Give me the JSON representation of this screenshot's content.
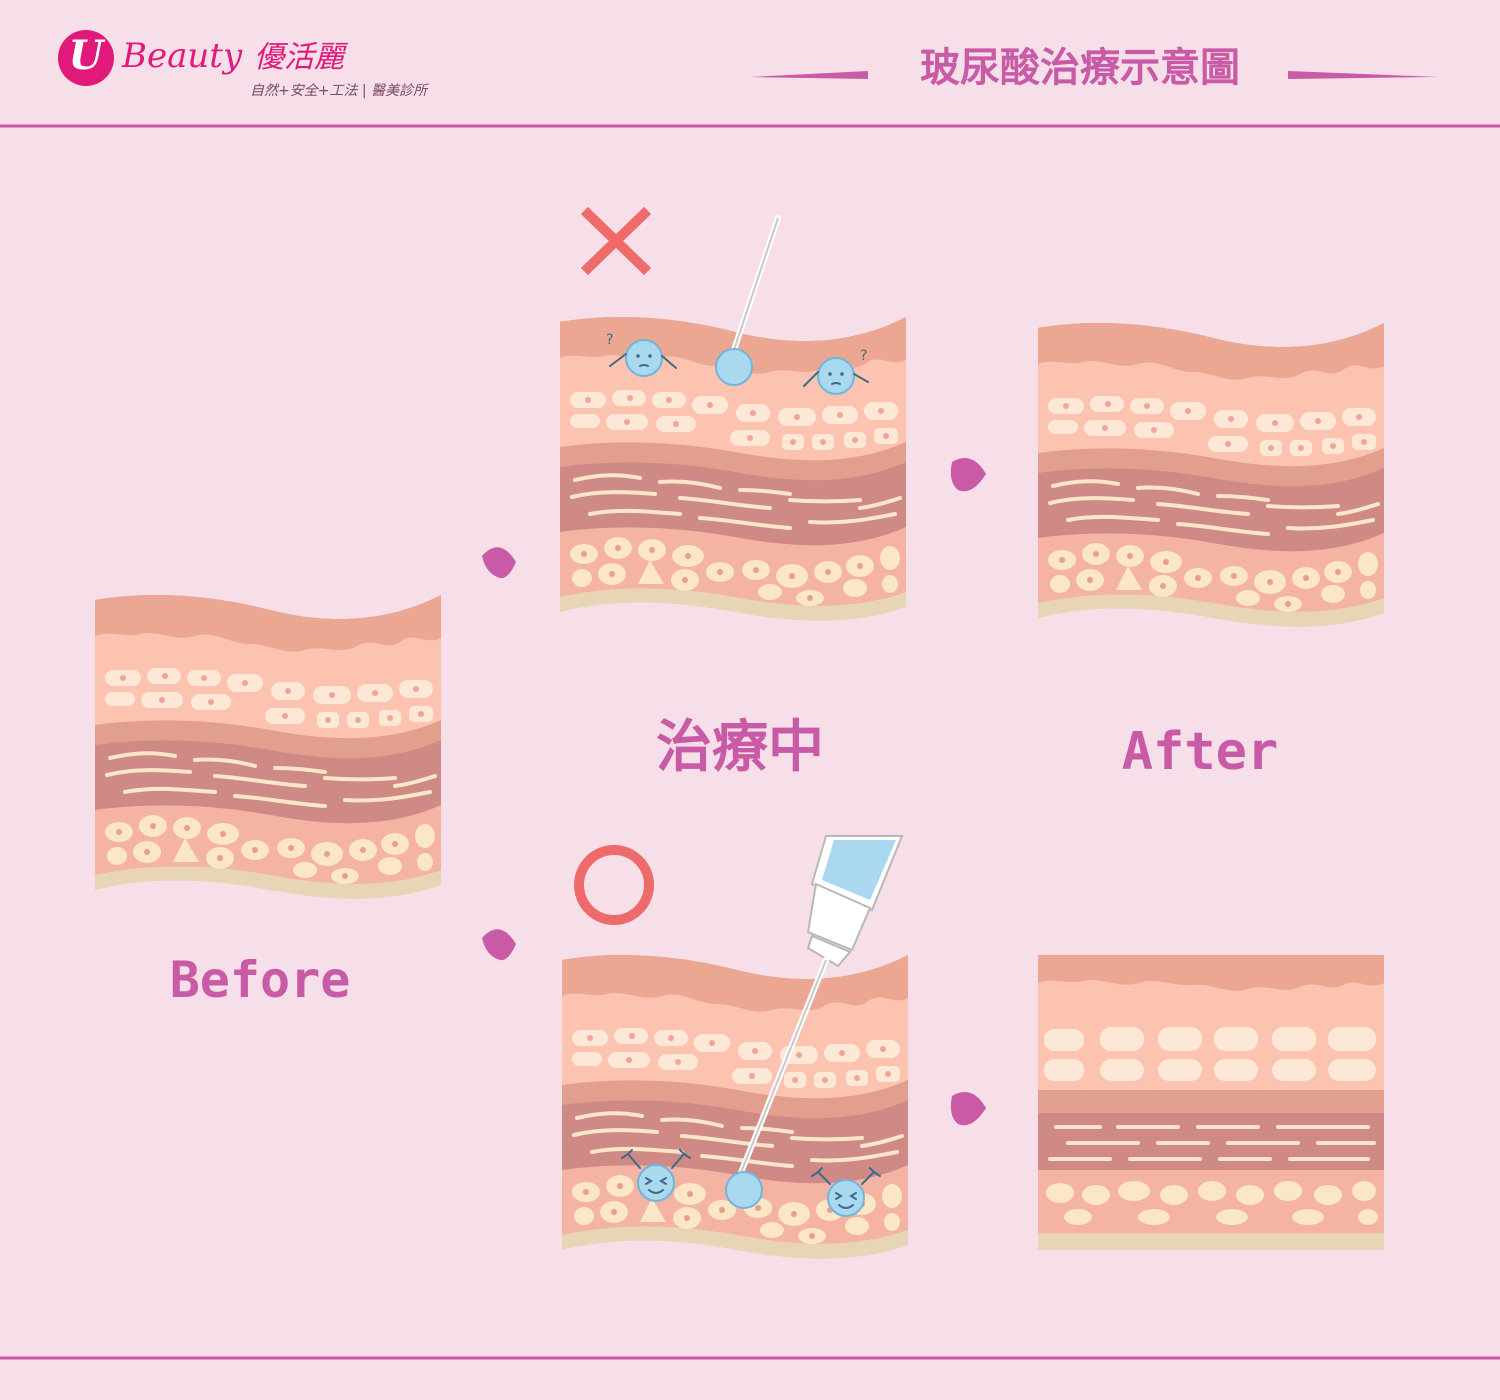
{
  "header": {
    "logo_mark": "U",
    "logo_brand": "Beauty",
    "logo_cn": "優活麗",
    "logo_tagline": "自然+安全+工法 | 醫美診所",
    "title": "玻尿酸治療示意圖"
  },
  "labels": {
    "before": "Before",
    "during": "治療中",
    "after": "After"
  },
  "symbols": {
    "wrong_icon": "cross-mark-icon",
    "right_icon": "circle-mark-icon"
  },
  "colors": {
    "background": "#f6dfe9",
    "accent": "#c95aa6",
    "logo": "#e0197a",
    "mark": "#ef6b6b",
    "skin_top": "#eba792",
    "skin_mid": "#fbc3b0",
    "cell": "#fde7d6",
    "dermis": "#e39f8e",
    "fiber_layer": "#cf8a85",
    "fat": "#f4b3a3",
    "fat_cell": "#fbe6c8",
    "base": "#e7d5b5",
    "filler": "#a9d8ef"
  }
}
